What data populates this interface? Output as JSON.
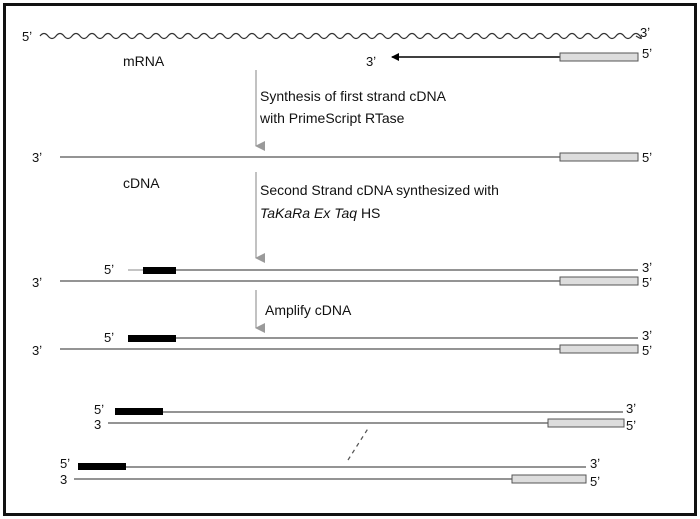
{
  "labels": {
    "mrna": "mRNA",
    "cdna": "cDNA",
    "five_prime": "5ʼ",
    "three_prime": "3ʼ",
    "three_plain": "3"
  },
  "steps": {
    "first_line1": "Synthesis of first strand cDNA",
    "first_line2": "with PrimeScript RTase",
    "second_line1": "Second Strand cDNA synthesized with",
    "second_line2_italic1": "TaKaRa",
    "second_line2_italic2": "Ex Taq",
    "second_line2_plain": "HS",
    "amplify": "Amplify cDNA"
  },
  "colors": {
    "strand": "#555555",
    "primer_fill": "#dddddd",
    "adapter": "#000000",
    "arrow": "#9a9a9a",
    "border": "#111111"
  }
}
